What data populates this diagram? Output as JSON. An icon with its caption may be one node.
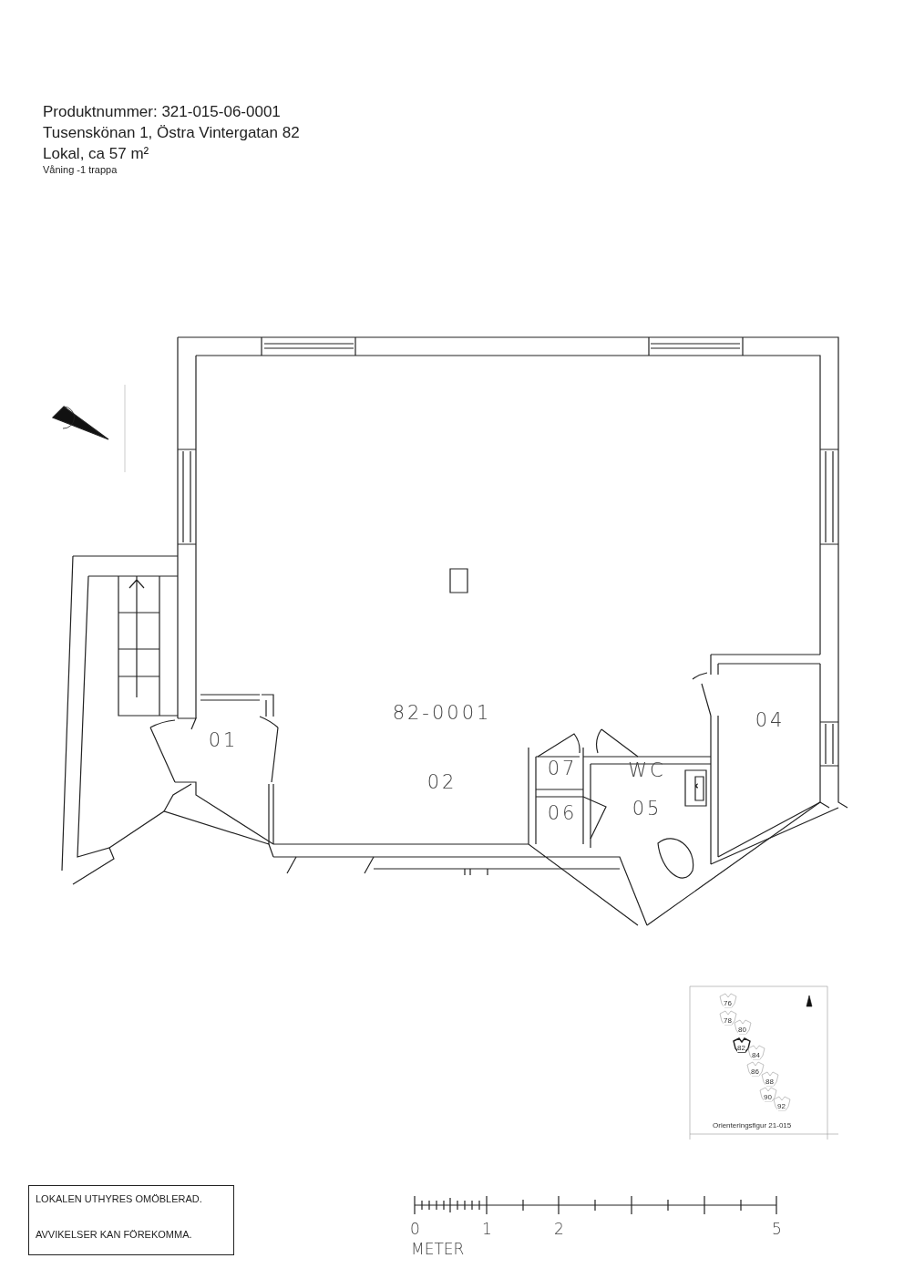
{
  "diagram": {
    "nodes": [
      {
        "text": [
          "01"
        ]
      },
      {
        "text": [
          "82-0001",
          "02"
        ]
      },
      {
        "text": [
          "04"
        ]
      },
      {
        "text": [
          "07"
        ]
      },
      {
        "text": [
          "WC",
          "05"
        ]
      },
      {
        "text": [
          "06"
        ]
      },
      {
        "text": [
          "LOKALEN UTHYRES OMÖBLERAD.",
          "AVVIKELSER KAN FÖREKOMMA."
        ]
      }
    ],
    "labels": [
      "Produktnummer: 321-015-06-0001",
      "Tusenskönan 1, Östra Vintergatan 82",
      "Lokal, ca 57 m²",
      "Våning -1 trappa",
      "76",
      "78",
      "80",
      "82",
      "84",
      "86",
      "88",
      "90",
      "92",
      "Orienteringsfigur 21-015",
      "0",
      "1",
      "2",
      "5",
      "METER"
    ]
  }
}
